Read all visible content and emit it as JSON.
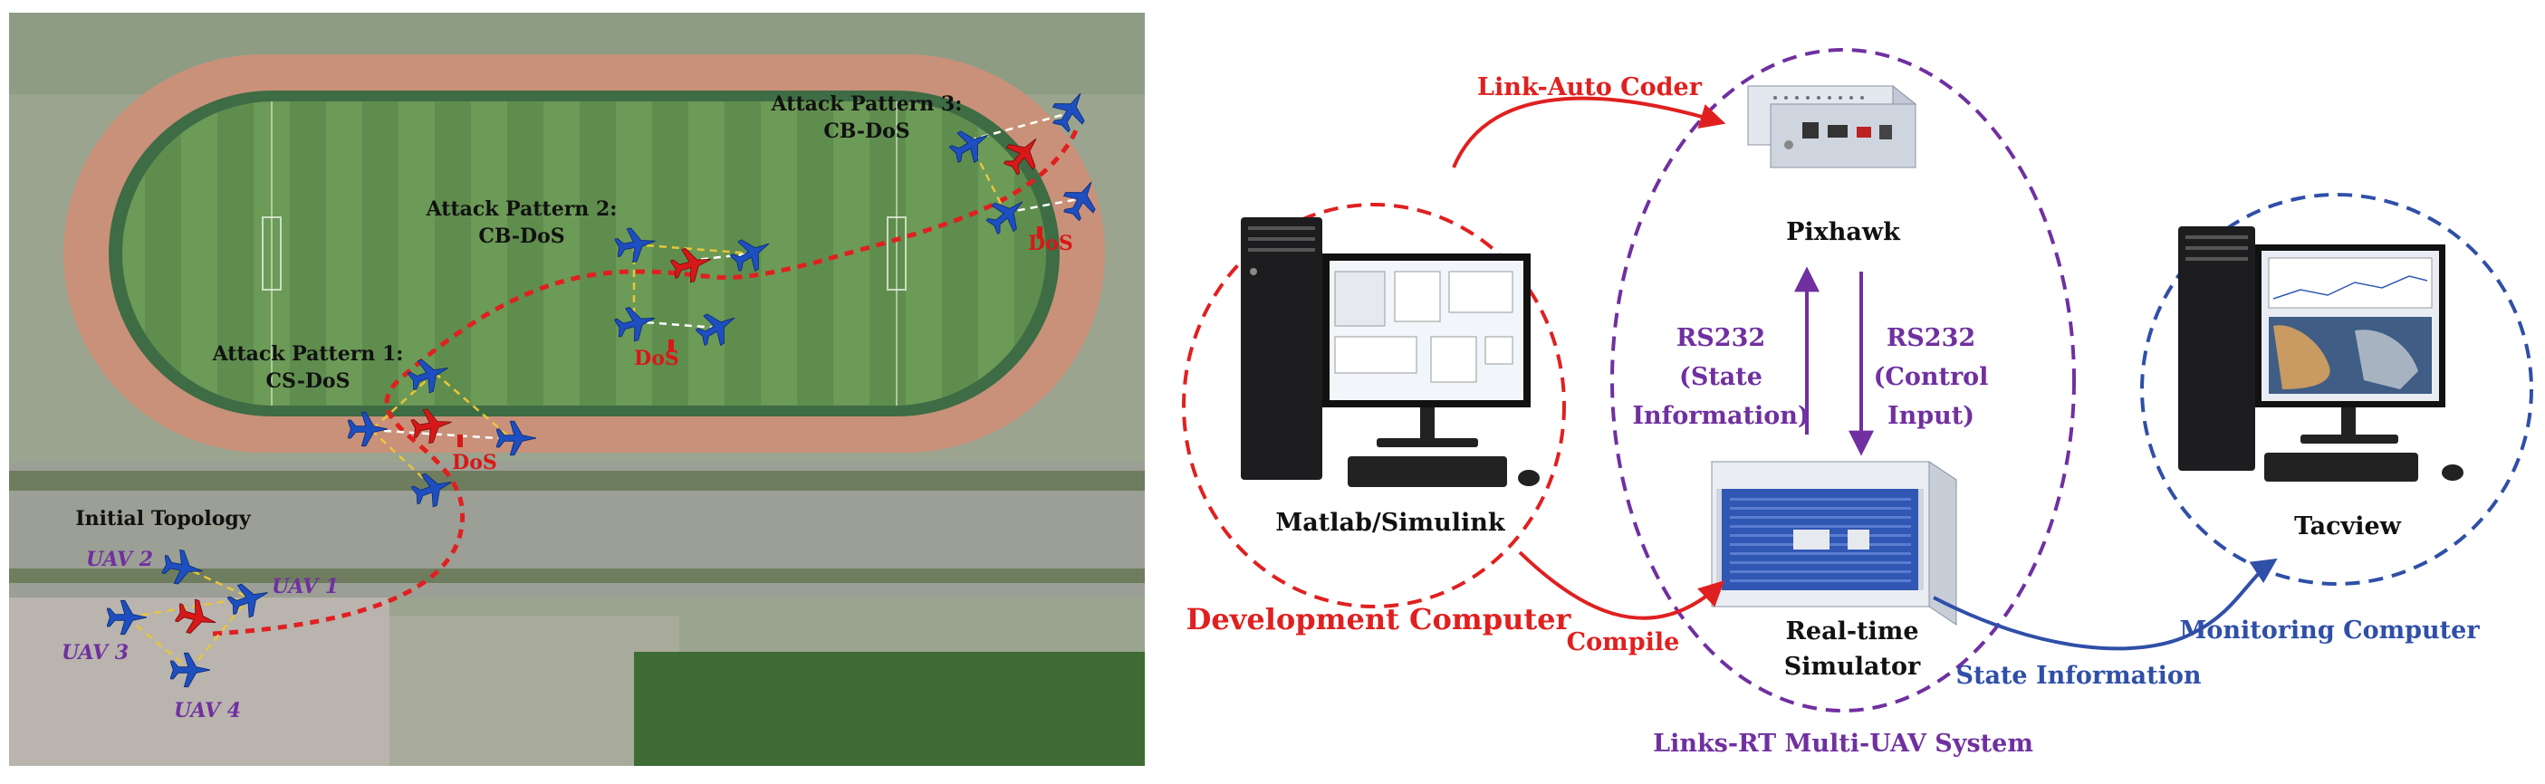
{
  "left_panel": {
    "attack_patterns": [
      {
        "title": "Attack Pattern 1:",
        "type": "CS-DoS",
        "dos": "DoS"
      },
      {
        "title": "Attack Pattern 2:",
        "type": "CB-DoS",
        "dos": "DoS"
      },
      {
        "title": "Attack Pattern 3:",
        "type": "CB-DoS",
        "dos": "DoS"
      }
    ],
    "initial_topology": "Initial Topology",
    "uav_labels": [
      "UAV 1",
      "UAV 2",
      "UAV 3",
      "UAV 4"
    ]
  },
  "right_panel": {
    "link_auto_coder": "Link-Auto Coder",
    "pixhawk": "Pixhawk",
    "rs232_left": [
      "RS232",
      "(State",
      "Information)"
    ],
    "rs232_right": [
      "RS232",
      "(Control",
      "Input)"
    ],
    "matlab_label": "Matlab/Simulink",
    "development_computer": "Development Computer",
    "compile": "Compile",
    "simulator_label": [
      "Real-time",
      "Simulator"
    ],
    "state_information": "State Information",
    "monitoring_computer": "Monitoring Computer",
    "tacview": "Tacview",
    "system_label": "Links-RT Multi-UAV System"
  },
  "colors": {
    "red": "#e02020",
    "purple": "#7030a0",
    "blue": "#2f4fa8",
    "uav_blue": "#1e4fc0",
    "uav_red": "#d81818",
    "field_green": "#5d8a4c",
    "track_red": "#c9917a"
  }
}
